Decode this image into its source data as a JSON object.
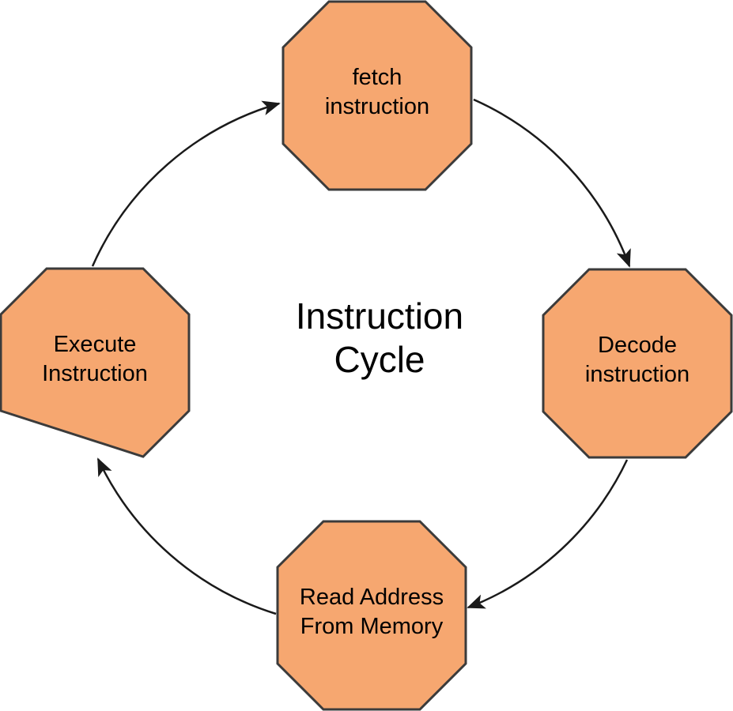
{
  "title": "Instruction\nCycle",
  "nodes": [
    {
      "id": "fetch",
      "label": "fetch\ninstruction"
    },
    {
      "id": "decode",
      "label": "Decode\ninstruction"
    },
    {
      "id": "read",
      "label": "Read Address\nFrom Memory"
    },
    {
      "id": "execute",
      "label": "Execute\nInstruction"
    }
  ],
  "edges": [
    {
      "from": "execute",
      "to": "fetch"
    },
    {
      "from": "fetch",
      "to": "decode"
    },
    {
      "from": "decode",
      "to": "read"
    },
    {
      "from": "read",
      "to": "execute"
    }
  ],
  "colors": {
    "node_fill": "#F6A770",
    "node_stroke": "#3B3B3B",
    "arrow": "#1A1A1A",
    "text": "#000000",
    "background": "#FFFFFF"
  }
}
